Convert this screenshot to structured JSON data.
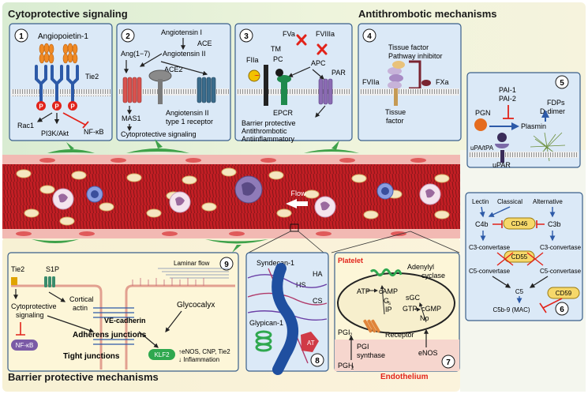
{
  "sections": {
    "cytoprotective": "Cytoprotective signaling",
    "antithrombotic": "Antithrombotic mechanisms",
    "barrier": "Barrier protective mechanisms"
  },
  "panel1": {
    "number": "1",
    "ligand": "Angiopoietin-1",
    "receptor": "Tie2",
    "phospho": "P",
    "out_rac1": "Rac1",
    "out_pi3k": "PI3K/Akt",
    "out_nfkb": "NF-κB"
  },
  "panel2": {
    "number": "2",
    "ang1": "Angiotensin I",
    "ace": "ACE",
    "ang2": "Angiotensin II",
    "ang17": "Ang(1−7)",
    "ace2": "ACE2",
    "mas1": "MAS1",
    "at1r_line1": "Angiotensin II",
    "at1r_line2": "type 1 receptor",
    "result": "Cytoprotective signaling"
  },
  "panel3": {
    "number": "3",
    "fva": "FVa",
    "fviiia": "FVIIIa",
    "tm": "TM",
    "fiia": "FIIa",
    "pc": "PC",
    "apc": "APC",
    "par": "PAR",
    "epcr": "EPCR",
    "effect1": "Barrier protective",
    "effect2": "Antithrombotic",
    "effect3": "Antiinflammatory"
  },
  "panel4": {
    "number": "4",
    "tfpi_line1": "Tissue factor",
    "tfpi_line2": "Pathway inhibitor",
    "fviia": "FVIIa",
    "fxa": "FXa",
    "tf_line1": "Tissue",
    "tf_line2": "factor"
  },
  "panel5": {
    "number": "5",
    "pai1": "PAI-1",
    "pai2": "PAI-2",
    "fdps": "FDPs",
    "ddimer": "D-dimer",
    "pgn": "PGN",
    "plasmin": "Plasmin",
    "upa": "uPA/tPA",
    "upar": "uPAR"
  },
  "panel6": {
    "number": "6",
    "lectin": "Lectin",
    "classical": "Classical",
    "alternative": "Alternative",
    "c4b": "C4b",
    "cd46": "CD46",
    "c3b": "C3b",
    "c3conv": "C3-convertase",
    "cd55": "CD55",
    "c5conv": "C5-convertase",
    "c5": "C5",
    "cd59": "CD59",
    "mac": "C5b-9 (MAC)"
  },
  "vessel": {
    "flow": "Flow"
  },
  "panel9": {
    "number": "9",
    "tie2": "Tie2",
    "s1p": "S1P",
    "cortical1": "Cortical",
    "cortical2": "actin",
    "cyto1": "Cytoprotective",
    "cyto2": "signaling",
    "vecad": "VE-cadherin",
    "adherens": "Adherens junctions",
    "tight": "Tight junctions",
    "laminar": "Laminar flow",
    "glyco": "Glycocalyx",
    "nfkb": "NF-κB",
    "klf2": "KLF2",
    "enos_line": "↑eNOS, CNP, Tie2",
    "inflam_line": "↓ Inflammation"
  },
  "panel8": {
    "number": "8",
    "syndecan": "Syndecan-1",
    "ha": "HA",
    "hs": "HS",
    "cs": "CS",
    "glypican": "Glypican-1",
    "at": "AT"
  },
  "panel7": {
    "number": "7",
    "platelet": "Platelet",
    "adenylyl1": "Adenylyl",
    "adenylyl2": "cyclase",
    "atp": "ATP",
    "camp": "cAMP",
    "sgc": "sGC",
    "gs": "G",
    "gs_sub": "s",
    "gtp": "GTP",
    "cgmp": "cGMP",
    "ip": "IP",
    "no": "No",
    "receptor": "Receptor",
    "pgi2": "PGI",
    "pgi2_sub": "2",
    "pgi_syn1": "PGI",
    "pgi_syn2": "synthase",
    "enos": "eNOS",
    "pgh2": "PGH",
    "pgh2_sub": "2",
    "endothelium": "Endothelium"
  },
  "colors": {
    "panel_blue": "#dbe9f7",
    "panel_border": "#3a5f8a",
    "panel_yellow": "#fdf6d8",
    "vessel_red": "#c21e24",
    "accent_red": "#e2231a",
    "receptor_blue": "#2d5aa8",
    "ligand_orange": "#f08a24",
    "syndecan_blue": "#1f4fa0",
    "klf2_green": "#2fa84f"
  }
}
